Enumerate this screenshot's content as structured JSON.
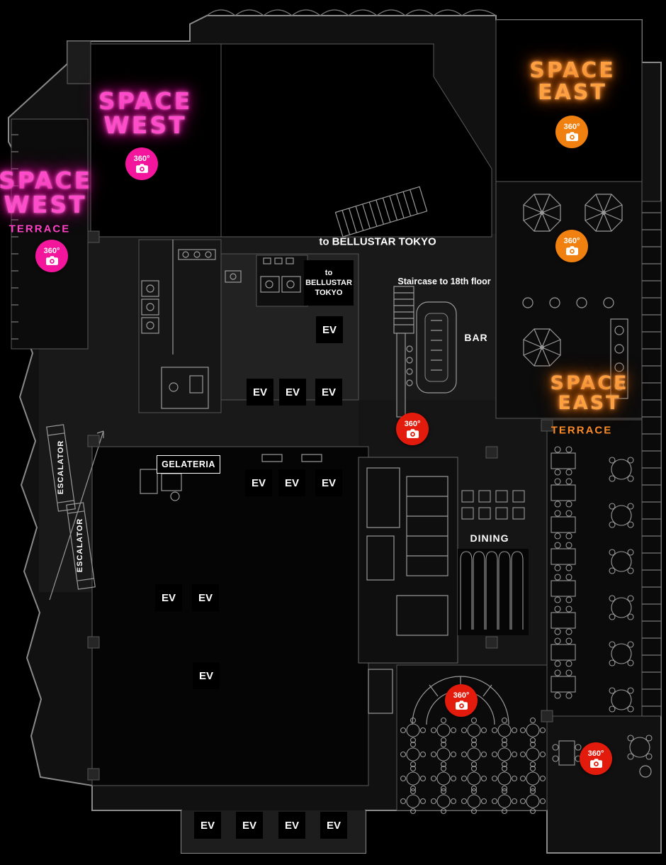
{
  "palette": {
    "neon_pink": "#ff3fc6",
    "neon_orange": "#f98a26",
    "button_pink": "#f3169c",
    "button_orange": "#f0800f",
    "button_red": "#e31b0c"
  },
  "areas": {
    "space_west": {
      "line1": "SPACE",
      "line2": "WEST"
    },
    "space_west_terrace": {
      "line1": "SPACE",
      "line2": "WEST",
      "sub": "TERRACE"
    },
    "space_east": {
      "line1": "SPACE",
      "line2": "EAST"
    },
    "space_east_terrace": {
      "line1": "SPACE",
      "line2": "EAST",
      "sub": "TERRACE"
    }
  },
  "labels": {
    "to_bellustar_tokyo": "to BELLUSTAR TOKYO",
    "to_bellustar_small": {
      "line1": "to",
      "line2": "BELLUSTAR",
      "line3": "TOKYO"
    },
    "staircase_18f": "Staircase to 18th floor",
    "bar": "BAR",
    "gelateria": "GELATERIA",
    "dining": "DINING",
    "escalator": "ESCALATOR",
    "elevator": "EV"
  },
  "camera_button": {
    "label": "360°",
    "icon": "camera-icon"
  }
}
